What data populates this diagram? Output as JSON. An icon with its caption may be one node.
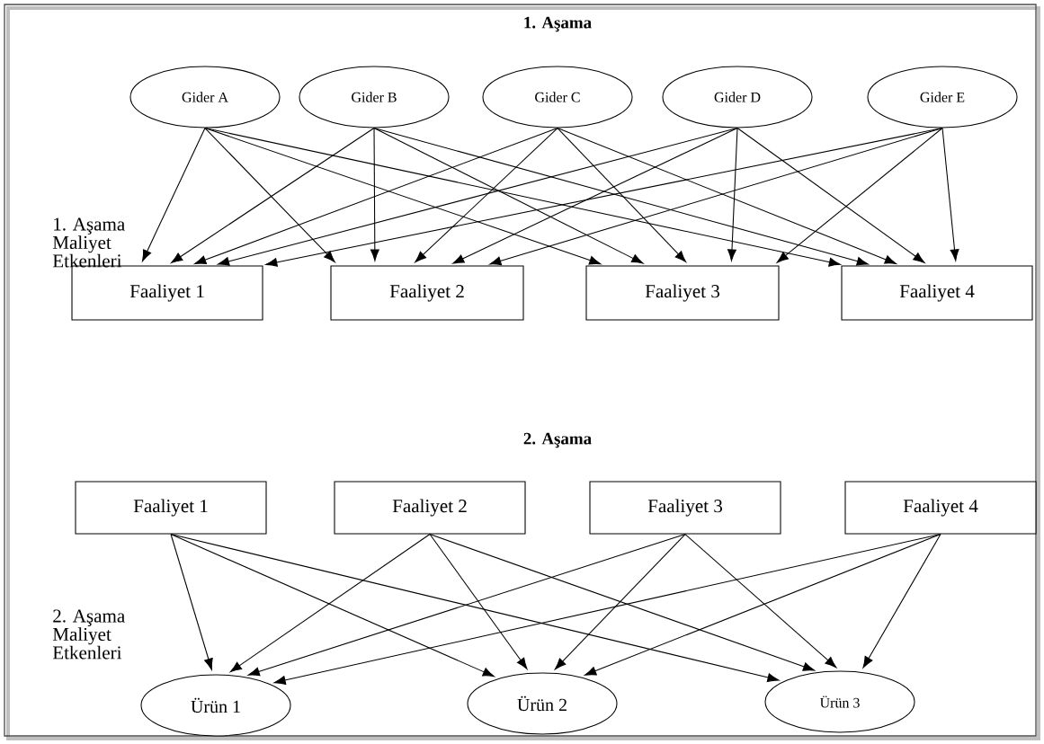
{
  "diagram": {
    "nodes": [
      {
        "text": [
          "Gider A"
        ]
      },
      {
        "text": [
          "Gider B"
        ]
      },
      {
        "text": [
          "Gider C"
        ]
      },
      {
        "text": [
          "Gider D"
        ]
      },
      {
        "text": [
          "Gider E"
        ]
      },
      {
        "text": [
          "Faaliyet 1"
        ]
      },
      {
        "text": [
          "Faaliyet 2"
        ]
      },
      {
        "text": [
          "Faaliyet 3"
        ]
      },
      {
        "text": [
          "Faaliyet 4"
        ]
      },
      {
        "text": [
          "Faaliyet 1"
        ]
      },
      {
        "text": [
          "Faaliyet 2"
        ]
      },
      {
        "text": [
          "Faaliyet 3"
        ]
      },
      {
        "text": [
          "Faaliyet 4"
        ]
      },
      {
        "text": [
          "Ürün 1"
        ]
      },
      {
        "text": [
          "Ürün 2"
        ]
      },
      {
        "text": [
          "Ürün 3"
        ]
      }
    ],
    "edges": [
      {
        "from": 0,
        "to": 5,
        "arrow": "to"
      },
      {
        "from": 0,
        "to": 6,
        "arrow": "to"
      },
      {
        "from": 0,
        "to": 7,
        "arrow": "to"
      },
      {
        "from": 0,
        "to": 8,
        "arrow": "to"
      },
      {
        "from": 1,
        "to": 5,
        "arrow": "to"
      },
      {
        "from": 1,
        "to": 6,
        "arrow": "to"
      },
      {
        "from": 1,
        "to": 7,
        "arrow": "to"
      },
      {
        "from": 1,
        "to": 8,
        "arrow": "to"
      },
      {
        "from": 2,
        "to": 5,
        "arrow": "to"
      },
      {
        "from": 2,
        "to": 6,
        "arrow": "to"
      },
      {
        "from": 2,
        "to": 7,
        "arrow": "to"
      },
      {
        "from": 2,
        "to": 8,
        "arrow": "to"
      },
      {
        "from": 3,
        "to": 5,
        "arrow": "to"
      },
      {
        "from": 3,
        "to": 6,
        "arrow": "to"
      },
      {
        "from": 3,
        "to": 7,
        "arrow": "to"
      },
      {
        "from": 3,
        "to": 8,
        "arrow": "to"
      },
      {
        "from": 4,
        "to": 5,
        "arrow": "to"
      },
      {
        "from": 4,
        "to": 6,
        "arrow": "to"
      },
      {
        "from": 4,
        "to": 7,
        "arrow": "to"
      },
      {
        "from": 4,
        "to": 8,
        "arrow": "to"
      },
      {
        "from": 9,
        "to": 13,
        "arrow": "to"
      },
      {
        "from": 9,
        "to": 14,
        "arrow": "to"
      },
      {
        "from": 9,
        "to": 15,
        "arrow": "to"
      },
      {
        "from": 10,
        "to": 13,
        "arrow": "to"
      },
      {
        "from": 10,
        "to": 14,
        "arrow": "to"
      },
      {
        "from": 10,
        "to": 15,
        "arrow": "to"
      },
      {
        "from": 11,
        "to": 13,
        "arrow": "to"
      },
      {
        "from": 11,
        "to": 14,
        "arrow": "to"
      },
      {
        "from": 11,
        "to": 15,
        "arrow": "to"
      },
      {
        "from": 12,
        "to": 13,
        "arrow": "to"
      },
      {
        "from": 12,
        "to": 14,
        "arrow": "to"
      },
      {
        "from": 12,
        "to": 15,
        "arrow": "to"
      }
    ],
    "labels": [
      "1. Aşama",
      "1. Aşama Maliyet Etkenleri",
      "2.  Aşama",
      "2. Aşama Maliyet Etkenleri"
    ]
  }
}
